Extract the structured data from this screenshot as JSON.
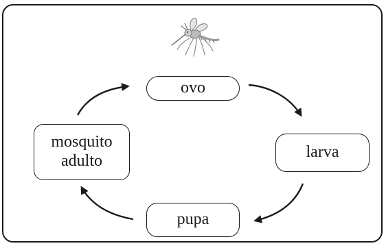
{
  "diagram": {
    "nodes": {
      "egg": "ovo",
      "larva": "larva",
      "pupa": "pupa",
      "adult": "mosquito\nadulto"
    },
    "illustration": "mosquito-icon",
    "colors": {
      "line": "#1a1a1a",
      "background": "#ffffff",
      "illustration": "#9a9a9a"
    }
  }
}
